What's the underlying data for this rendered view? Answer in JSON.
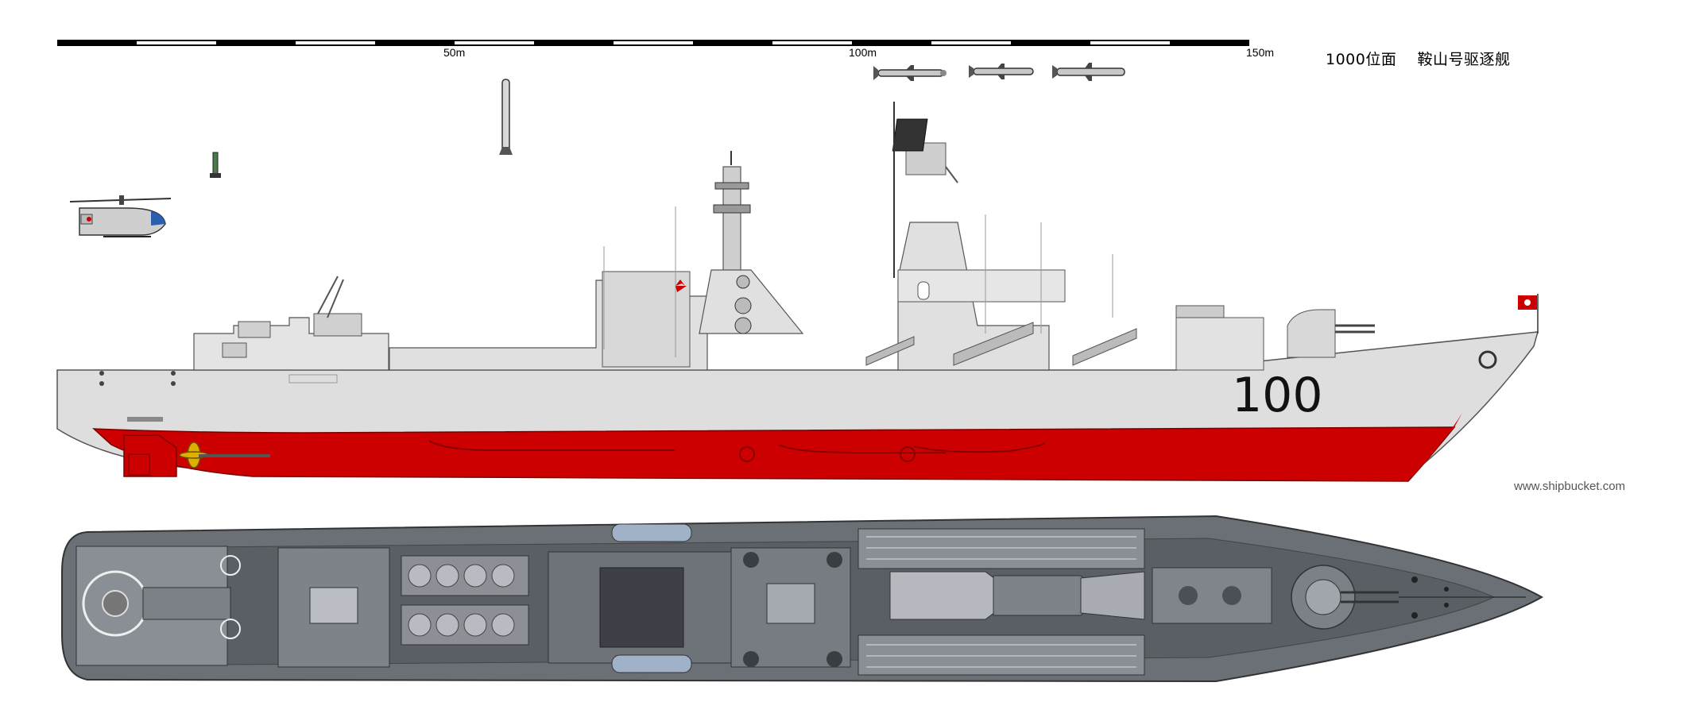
{
  "scale": {
    "labels": [
      "50m",
      "100m",
      "150m"
    ]
  },
  "title": {
    "code": "1000位面",
    "name": "鞍山号驱逐舰"
  },
  "hull": {
    "number": "100",
    "colors": {
      "topside": "#dedede",
      "boot_red": "#cc0000",
      "deck_gray": "#6b6f76",
      "deck_dark": "#4b4f56"
    }
  },
  "watermark": "www.shipbucket.com",
  "icons": [
    "helicopter-icon",
    "missile-icon",
    "flag-icon"
  ]
}
